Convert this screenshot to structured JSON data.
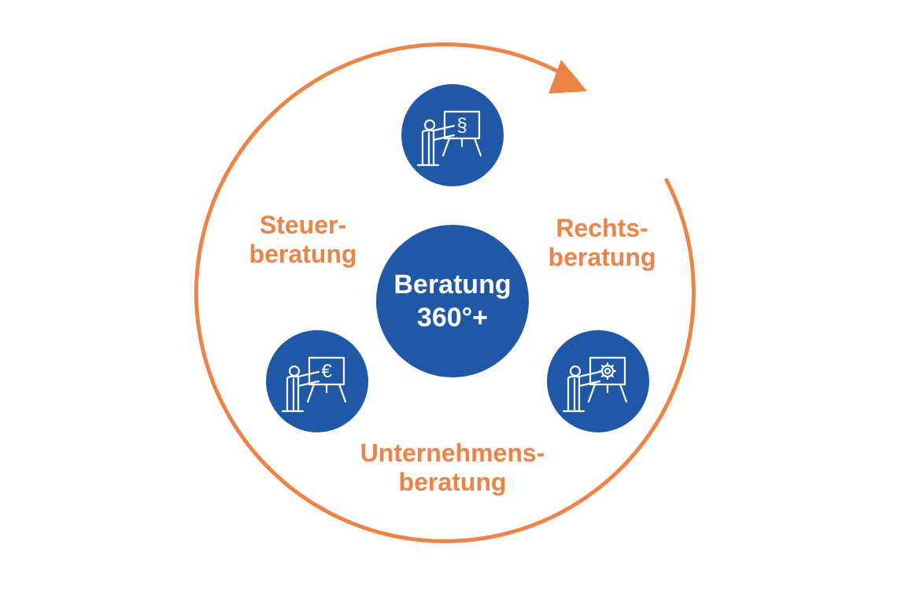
{
  "center": {
    "line1": "Beratung",
    "line2": "360°+"
  },
  "services": [
    {
      "line1": "Steuer-",
      "line2": "beratung",
      "icon": "presenter-euro-icon"
    },
    {
      "line1": "Rechts-",
      "line2": "beratung",
      "icon": "presenter-paragraph-icon"
    },
    {
      "line1": "Unternehmens-",
      "line2": "beratung",
      "icon": "presenter-gear-icon"
    }
  ],
  "colors": {
    "accent": "#EE8347",
    "primary": "#1F58A7",
    "background": "#FFFFFF"
  }
}
